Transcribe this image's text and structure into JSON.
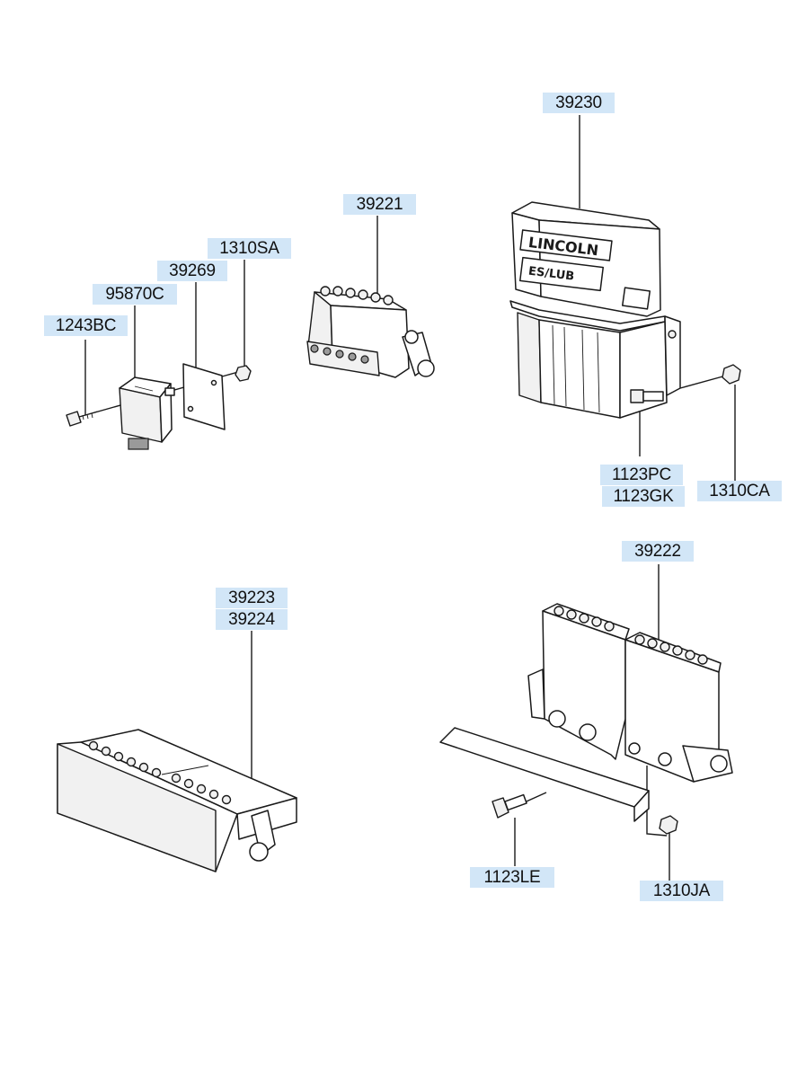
{
  "part_labels": {
    "p39230": "39230",
    "p39221": "39221",
    "p1310SA": "1310SA",
    "p39269": "39269",
    "p95870C": "95870C",
    "p1243BC": "1243BC",
    "p1123PC": "1123PC",
    "p1123GK": "1123GK",
    "p1310CA": "1310CA",
    "p39222": "39222",
    "p39223": "39223",
    "p39224": "39224",
    "p1123LE": "1123LE",
    "p1310JA": "1310JA"
  },
  "markings": {
    "brand": "LINCOLN",
    "sub": "ES/LUB"
  },
  "colors": {
    "label_bg": "#d2e6f7",
    "line": "#1a1a1a"
  }
}
